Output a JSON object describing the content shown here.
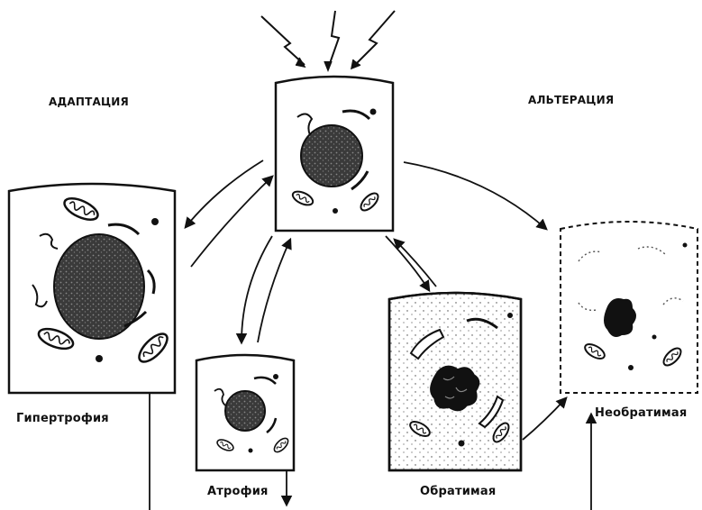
{
  "headings": {
    "adaptation": "АДАПТАЦИЯ",
    "alteration": "АЛЬТЕРАЦИЯ"
  },
  "cells": {
    "normal": "",
    "hypertrophy": "Гипертрофия",
    "atrophy": "Атрофия",
    "reversible": "Обратимая",
    "irreversible": "Необратимая"
  },
  "colors": {
    "ink": "#111111",
    "nucleus_fill": "#555555",
    "background": "#ffffff"
  },
  "icons": [
    "lightning-bolt-icon",
    "arrow-icon"
  ]
}
